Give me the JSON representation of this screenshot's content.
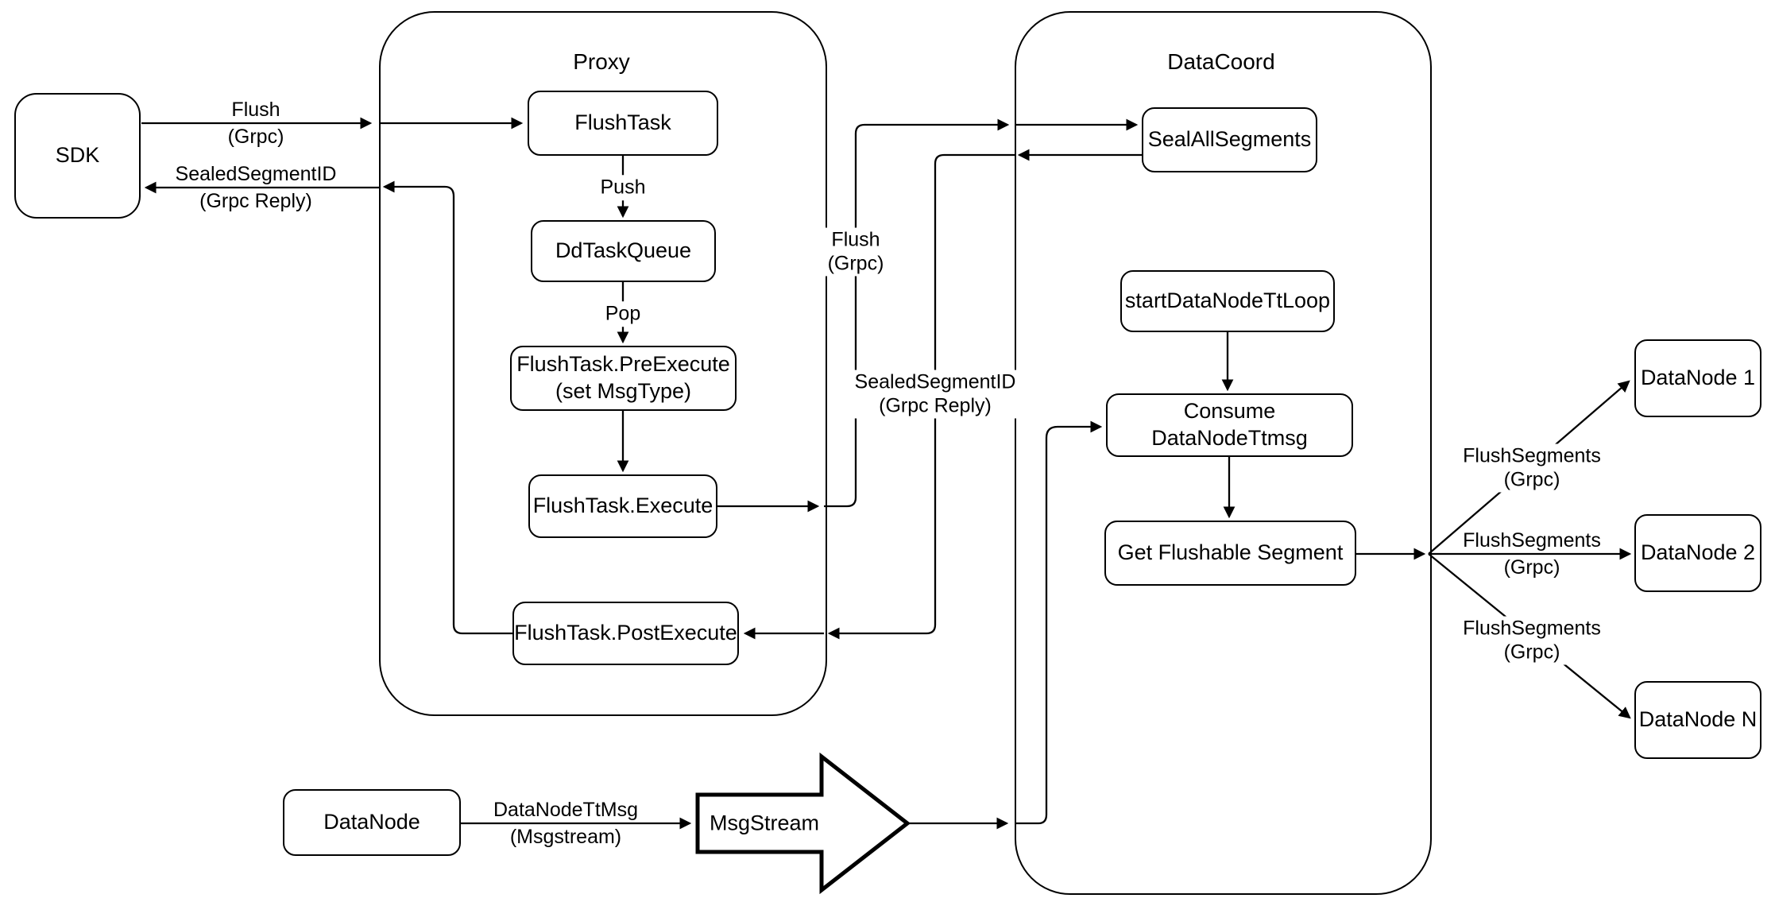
{
  "diagram": {
    "containers": {
      "proxy": {
        "title": "Proxy"
      },
      "datacoord": {
        "title": "DataCoord"
      }
    },
    "nodes": {
      "sdk": {
        "label": "SDK"
      },
      "flush_task": {
        "label": "FlushTask"
      },
      "dd_task_queue": {
        "label": "DdTaskQueue"
      },
      "pre_execute": {
        "label": "FlushTask.PreExecute\n(set MsgType)"
      },
      "execute": {
        "label": "FlushTask.Execute"
      },
      "post_execute": {
        "label": "FlushTask.PostExecute"
      },
      "seal_all_segments": {
        "label": "SealAllSegments"
      },
      "start_datanode_tt_loop": {
        "label": "startDataNodeTtLoop"
      },
      "consume_datanode_ttmsg": {
        "label": "Consume DataNodeTtmsg"
      },
      "get_flushable_segment": {
        "label": "Get Flushable Segment"
      },
      "datanode_1": {
        "label": "DataNode 1"
      },
      "datanode_2": {
        "label": "DataNode 2"
      },
      "datanode_n": {
        "label": "DataNode N"
      },
      "datanode_source": {
        "label": "DataNode"
      },
      "msgstream": {
        "label": "MsgStream"
      }
    },
    "edge_labels": {
      "flush_sdk_to_proxy": {
        "line1": "Flush",
        "line2": "(Grpc)"
      },
      "sealed_segment_id_to_sdk": {
        "line1": "SealedSegmentID",
        "line2": "(Grpc Reply)"
      },
      "push": {
        "line1": "Push"
      },
      "pop": {
        "line1": "Pop"
      },
      "flush_proxy_to_datacoord": {
        "line1": "Flush",
        "line2": "(Grpc)"
      },
      "sealed_segment_id_to_proxy": {
        "line1": "SealedSegmentID",
        "line2": "(Grpc Reply)"
      },
      "flush_segments_datanode_1": {
        "line1": "FlushSegments",
        "line2": "(Grpc)"
      },
      "flush_segments_datanode_2": {
        "line1": "FlushSegments",
        "line2": "(Grpc)"
      },
      "flush_segments_datanode_n": {
        "line1": "FlushSegments",
        "line2": "(Grpc)"
      },
      "datanode_tt_msg": {
        "line1": "DataNodeTtMsg",
        "line2": "(Msgstream)"
      }
    },
    "colors": {
      "stroke": "#000000",
      "background": "#ffffff"
    }
  }
}
